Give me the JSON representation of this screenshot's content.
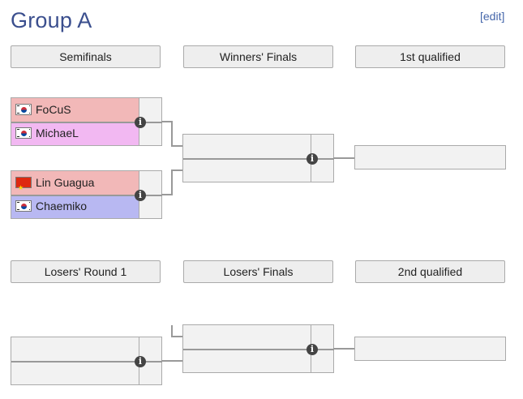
{
  "group_title": "Group A",
  "edit_label": "[edit]",
  "headers": {
    "semifinals": "Semifinals",
    "winners_finals": "Winners' Finals",
    "first_qualified": "1st qualified",
    "losers_round1": "Losers' Round 1",
    "losers_finals": "Losers' Finals",
    "second_qualified": "2nd qualified"
  },
  "semifinal_1": {
    "player1": {
      "name": "FoCuS",
      "flag": "south-korea-flag",
      "color": "#f2b8b8"
    },
    "player2": {
      "name": "MichaeL",
      "flag": "south-korea-flag",
      "color": "#f2b8f2"
    }
  },
  "semifinal_2": {
    "player1": {
      "name": "Lin Guagua",
      "flag": "china-flag",
      "color": "#f2b8b8"
    },
    "player2": {
      "name": "Chaemiko",
      "flag": "south-korea-flag",
      "color": "#b8b8f2"
    }
  },
  "colors": {
    "title": "#3b4f8e",
    "link": "#4466aa",
    "header_bg": "#eeeeee",
    "empty_slot": "#f2f2f2",
    "connector": "#999999"
  }
}
